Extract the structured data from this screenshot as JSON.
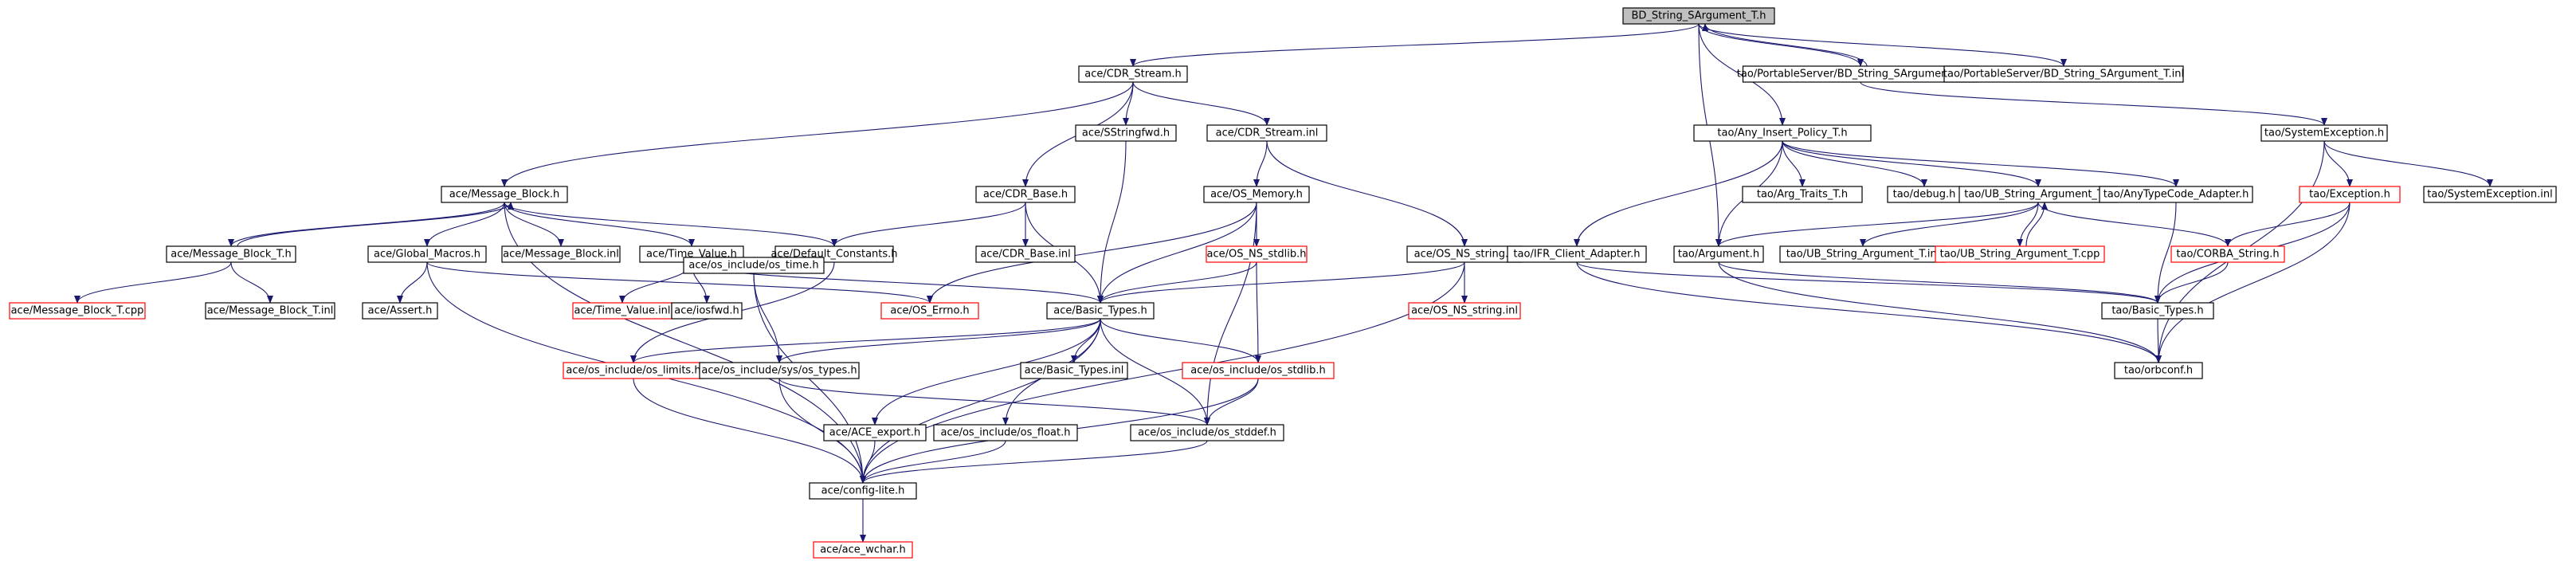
{
  "diagram": {
    "type": "include-dependency-graph",
    "colors": {
      "edge": "#191970",
      "root_fill": "#bfbfbf",
      "node_fill": "#ffffff",
      "node_border": "#000000",
      "missing_border": "#ff0000"
    },
    "nodes": [
      {
        "id": "root",
        "label": "BD_String_SArgument_T.h",
        "kind": "root"
      },
      {
        "id": "ps_cpp",
        "label": "tao/PortableServer/BD_String_SArgument_T.cpp",
        "kind": "normal"
      },
      {
        "id": "ps_inl",
        "label": "tao/PortableServer/BD_String_SArgument_T.inl",
        "kind": "normal"
      },
      {
        "id": "cdr_stream",
        "label": "ace/CDR_Stream.h",
        "kind": "normal"
      },
      {
        "id": "any_insert",
        "label": "tao/Any_Insert_Policy_T.h",
        "kind": "normal"
      },
      {
        "id": "sysexc",
        "label": "tao/SystemException.h",
        "kind": "normal"
      },
      {
        "id": "msgblock",
        "label": "ace/Message_Block.h",
        "kind": "normal"
      },
      {
        "id": "sstringfwd",
        "label": "ace/SStringfwd.h",
        "kind": "normal"
      },
      {
        "id": "cdr_stream_inl",
        "label": "ace/CDR_Stream.inl",
        "kind": "normal"
      },
      {
        "id": "cdr_base",
        "label": "ace/CDR_Base.h",
        "kind": "normal"
      },
      {
        "id": "os_memory",
        "label": "ace/OS_Memory.h",
        "kind": "normal"
      },
      {
        "id": "msgblock_t",
        "label": "ace/Message_Block_T.h",
        "kind": "normal"
      },
      {
        "id": "global_macros",
        "label": "ace/Global_Macros.h",
        "kind": "normal"
      },
      {
        "id": "msgblock_inl",
        "label": "ace/Message_Block.inl",
        "kind": "normal"
      },
      {
        "id": "time_value",
        "label": "ace/Time_Value.h",
        "kind": "normal"
      },
      {
        "id": "default_consts",
        "label": "ace/Default_Constants.h",
        "kind": "normal"
      },
      {
        "id": "cdr_base_inl",
        "label": "ace/CDR_Base.inl",
        "kind": "normal"
      },
      {
        "id": "os_ns_stdlib",
        "label": "ace/OS_NS_stdlib.h",
        "kind": "missing"
      },
      {
        "id": "os_ns_string",
        "label": "ace/OS_NS_string.h",
        "kind": "normal"
      },
      {
        "id": "msgblock_t_cpp",
        "label": "ace/Message_Block_T.cpp",
        "kind": "missing"
      },
      {
        "id": "msgblock_t_inl",
        "label": "ace/Message_Block_T.inl",
        "kind": "normal"
      },
      {
        "id": "assert_h",
        "label": "ace/Assert.h",
        "kind": "normal"
      },
      {
        "id": "time_value_inl",
        "label": "ace/Time_Value.inl",
        "kind": "missing"
      },
      {
        "id": "iosfwd",
        "label": "ace/iosfwd.h",
        "kind": "normal"
      },
      {
        "id": "os_time",
        "label": "ace/os_include/os_time.h",
        "kind": "normal"
      },
      {
        "id": "os_errno",
        "label": "ace/OS_Errno.h",
        "kind": "missing"
      },
      {
        "id": "basic_types",
        "label": "ace/Basic_Types.h",
        "kind": "normal"
      },
      {
        "id": "os_ns_string_inl",
        "label": "ace/OS_NS_string.inl",
        "kind": "missing"
      },
      {
        "id": "os_limits",
        "label": "ace/os_include/os_limits.h",
        "kind": "missing"
      },
      {
        "id": "sys_types",
        "label": "ace/os_include/sys/os_types.h",
        "kind": "normal"
      },
      {
        "id": "basic_types_inl",
        "label": "ace/Basic_Types.inl",
        "kind": "normal"
      },
      {
        "id": "os_stdlib",
        "label": "ace/os_include/os_stdlib.h",
        "kind": "missing"
      },
      {
        "id": "ace_export",
        "label": "ace/ACE_export.h",
        "kind": "normal"
      },
      {
        "id": "os_float",
        "label": "ace/os_include/os_float.h",
        "kind": "normal"
      },
      {
        "id": "os_stddef",
        "label": "ace/os_include/os_stddef.h",
        "kind": "normal"
      },
      {
        "id": "config_lite",
        "label": "ace/config-lite.h",
        "kind": "normal"
      },
      {
        "id": "ace_wchar",
        "label": "ace/ace_wchar.h",
        "kind": "missing"
      },
      {
        "id": "arg_traits",
        "label": "tao/Arg_Traits_T.h",
        "kind": "normal"
      },
      {
        "id": "debug_h",
        "label": "tao/debug.h",
        "kind": "normal"
      },
      {
        "id": "ub_string_arg",
        "label": "tao/UB_String_Argument_T.h",
        "kind": "normal"
      },
      {
        "id": "anytypecode",
        "label": "tao/AnyTypeCode_Adapter.h",
        "kind": "normal"
      },
      {
        "id": "exception_h",
        "label": "tao/Exception.h",
        "kind": "missing"
      },
      {
        "id": "sysexc_inl",
        "label": "tao/SystemException.inl",
        "kind": "normal"
      },
      {
        "id": "ifr_client",
        "label": "tao/IFR_Client_Adapter.h",
        "kind": "normal"
      },
      {
        "id": "argument_h",
        "label": "tao/Argument.h",
        "kind": "normal"
      },
      {
        "id": "ub_string_arg_inl",
        "label": "tao/UB_String_Argument_T.inl",
        "kind": "normal"
      },
      {
        "id": "ub_string_arg_cpp",
        "label": "tao/UB_String_Argument_T.cpp",
        "kind": "missing"
      },
      {
        "id": "corba_string",
        "label": "tao/CORBA_String.h",
        "kind": "missing"
      },
      {
        "id": "tao_basic_types",
        "label": "tao/Basic_Types.h",
        "kind": "normal"
      },
      {
        "id": "orbconf",
        "label": "tao/orbconf.h",
        "kind": "normal"
      }
    ],
    "edges": [
      [
        "root",
        "cdr_stream"
      ],
      [
        "root",
        "ps_cpp"
      ],
      [
        "root",
        "ps_inl"
      ],
      [
        "root",
        "any_insert"
      ],
      [
        "root",
        "argument_h"
      ],
      [
        "ps_cpp",
        "root"
      ],
      [
        "ps_cpp",
        "sysexc"
      ],
      [
        "cdr_stream",
        "msgblock"
      ],
      [
        "cdr_stream",
        "sstringfwd"
      ],
      [
        "cdr_stream",
        "cdr_stream_inl"
      ],
      [
        "cdr_stream",
        "cdr_base"
      ],
      [
        "cdr_stream_inl",
        "os_memory"
      ],
      [
        "cdr_stream_inl",
        "os_ns_string"
      ],
      [
        "sstringfwd",
        "basic_types"
      ],
      [
        "cdr_base",
        "default_consts"
      ],
      [
        "cdr_base",
        "cdr_base_inl"
      ],
      [
        "cdr_base",
        "basic_types"
      ],
      [
        "os_memory",
        "os_ns_stdlib"
      ],
      [
        "os_memory",
        "os_errno"
      ],
      [
        "os_memory",
        "basic_types"
      ],
      [
        "os_memory",
        "os_stddef"
      ],
      [
        "os_ns_stdlib",
        "basic_types"
      ],
      [
        "os_ns_stdlib",
        "os_stdlib"
      ],
      [
        "os_ns_string",
        "basic_types"
      ],
      [
        "os_ns_string",
        "os_ns_string_inl"
      ],
      [
        "os_ns_string",
        "config_lite"
      ],
      [
        "msgblock",
        "msgblock_t"
      ],
      [
        "msgblock",
        "global_macros"
      ],
      [
        "msgblock",
        "msgblock_inl"
      ],
      [
        "msgblock",
        "time_value"
      ],
      [
        "msgblock",
        "default_consts"
      ],
      [
        "msgblock",
        "config_lite"
      ],
      [
        "msgblock_t",
        "msgblock"
      ],
      [
        "msgblock_t",
        "msgblock_t_cpp"
      ],
      [
        "msgblock_t",
        "msgblock_t_inl"
      ],
      [
        "global_macros",
        "assert_h"
      ],
      [
        "global_macros",
        "os_errno"
      ],
      [
        "global_macros",
        "config_lite"
      ],
      [
        "time_value",
        "time_value_inl"
      ],
      [
        "time_value",
        "iosfwd"
      ],
      [
        "time_value",
        "os_time"
      ],
      [
        "time_value",
        "basic_types"
      ],
      [
        "default_consts",
        "os_limits"
      ],
      [
        "os_time",
        "sys_types"
      ],
      [
        "os_time",
        "config_lite"
      ],
      [
        "basic_types",
        "os_limits"
      ],
      [
        "basic_types",
        "sys_types"
      ],
      [
        "basic_types",
        "basic_types_inl"
      ],
      [
        "basic_types",
        "os_stdlib"
      ],
      [
        "basic_types",
        "ace_export"
      ],
      [
        "basic_types",
        "os_float"
      ],
      [
        "basic_types",
        "os_stddef"
      ],
      [
        "basic_types",
        "config_lite"
      ],
      [
        "os_limits",
        "config_lite"
      ],
      [
        "sys_types",
        "os_stddef"
      ],
      [
        "sys_types",
        "config_lite"
      ],
      [
        "os_stdlib",
        "os_stddef"
      ],
      [
        "os_stdlib",
        "config_lite"
      ],
      [
        "ace_export",
        "config_lite"
      ],
      [
        "os_float",
        "config_lite"
      ],
      [
        "os_stddef",
        "config_lite"
      ],
      [
        "config_lite",
        "ace_wchar"
      ],
      [
        "any_insert",
        "arg_traits"
      ],
      [
        "any_insert",
        "debug_h"
      ],
      [
        "any_insert",
        "ub_string_arg"
      ],
      [
        "any_insert",
        "anytypecode"
      ],
      [
        "any_insert",
        "ifr_client"
      ],
      [
        "any_insert",
        "argument_h"
      ],
      [
        "sysexc",
        "exception_h"
      ],
      [
        "sysexc",
        "sysexc_inl"
      ],
      [
        "sysexc",
        "orbconf"
      ],
      [
        "ub_string_arg",
        "argument_h"
      ],
      [
        "ub_string_arg",
        "ub_string_arg_inl"
      ],
      [
        "ub_string_arg",
        "ub_string_arg_cpp"
      ],
      [
        "ub_string_arg",
        "corba_string"
      ],
      [
        "ub_string_arg_cpp",
        "ub_string_arg"
      ],
      [
        "anytypecode",
        "tao_basic_types"
      ],
      [
        "exception_h",
        "corba_string"
      ],
      [
        "exception_h",
        "tao_basic_types"
      ],
      [
        "exception_h",
        "orbconf"
      ],
      [
        "corba_string",
        "tao_basic_types"
      ],
      [
        "ifr_client",
        "tao_basic_types"
      ],
      [
        "ifr_client",
        "orbconf"
      ],
      [
        "argument_h",
        "tao_basic_types"
      ],
      [
        "argument_h",
        "orbconf"
      ],
      [
        "tao_basic_types",
        "orbconf"
      ]
    ]
  }
}
